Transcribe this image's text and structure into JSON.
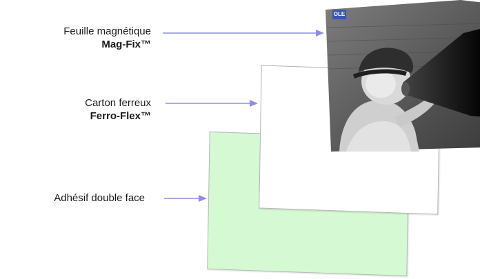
{
  "labels": {
    "feuille": {
      "line1": "Feuille magnétique",
      "line2": "Mag-Fix™"
    },
    "carton": {
      "line1": "Carton ferreux",
      "line2": "Ferro-Flex™"
    },
    "adhesif": {
      "line1": "Adhésif double face"
    }
  },
  "photo": {
    "logo_text": "OLE"
  },
  "colors": {
    "arrow": "#8e8fe0",
    "adhesive_layer": "#d5f9d3",
    "carton_layer": "#ffffff"
  }
}
